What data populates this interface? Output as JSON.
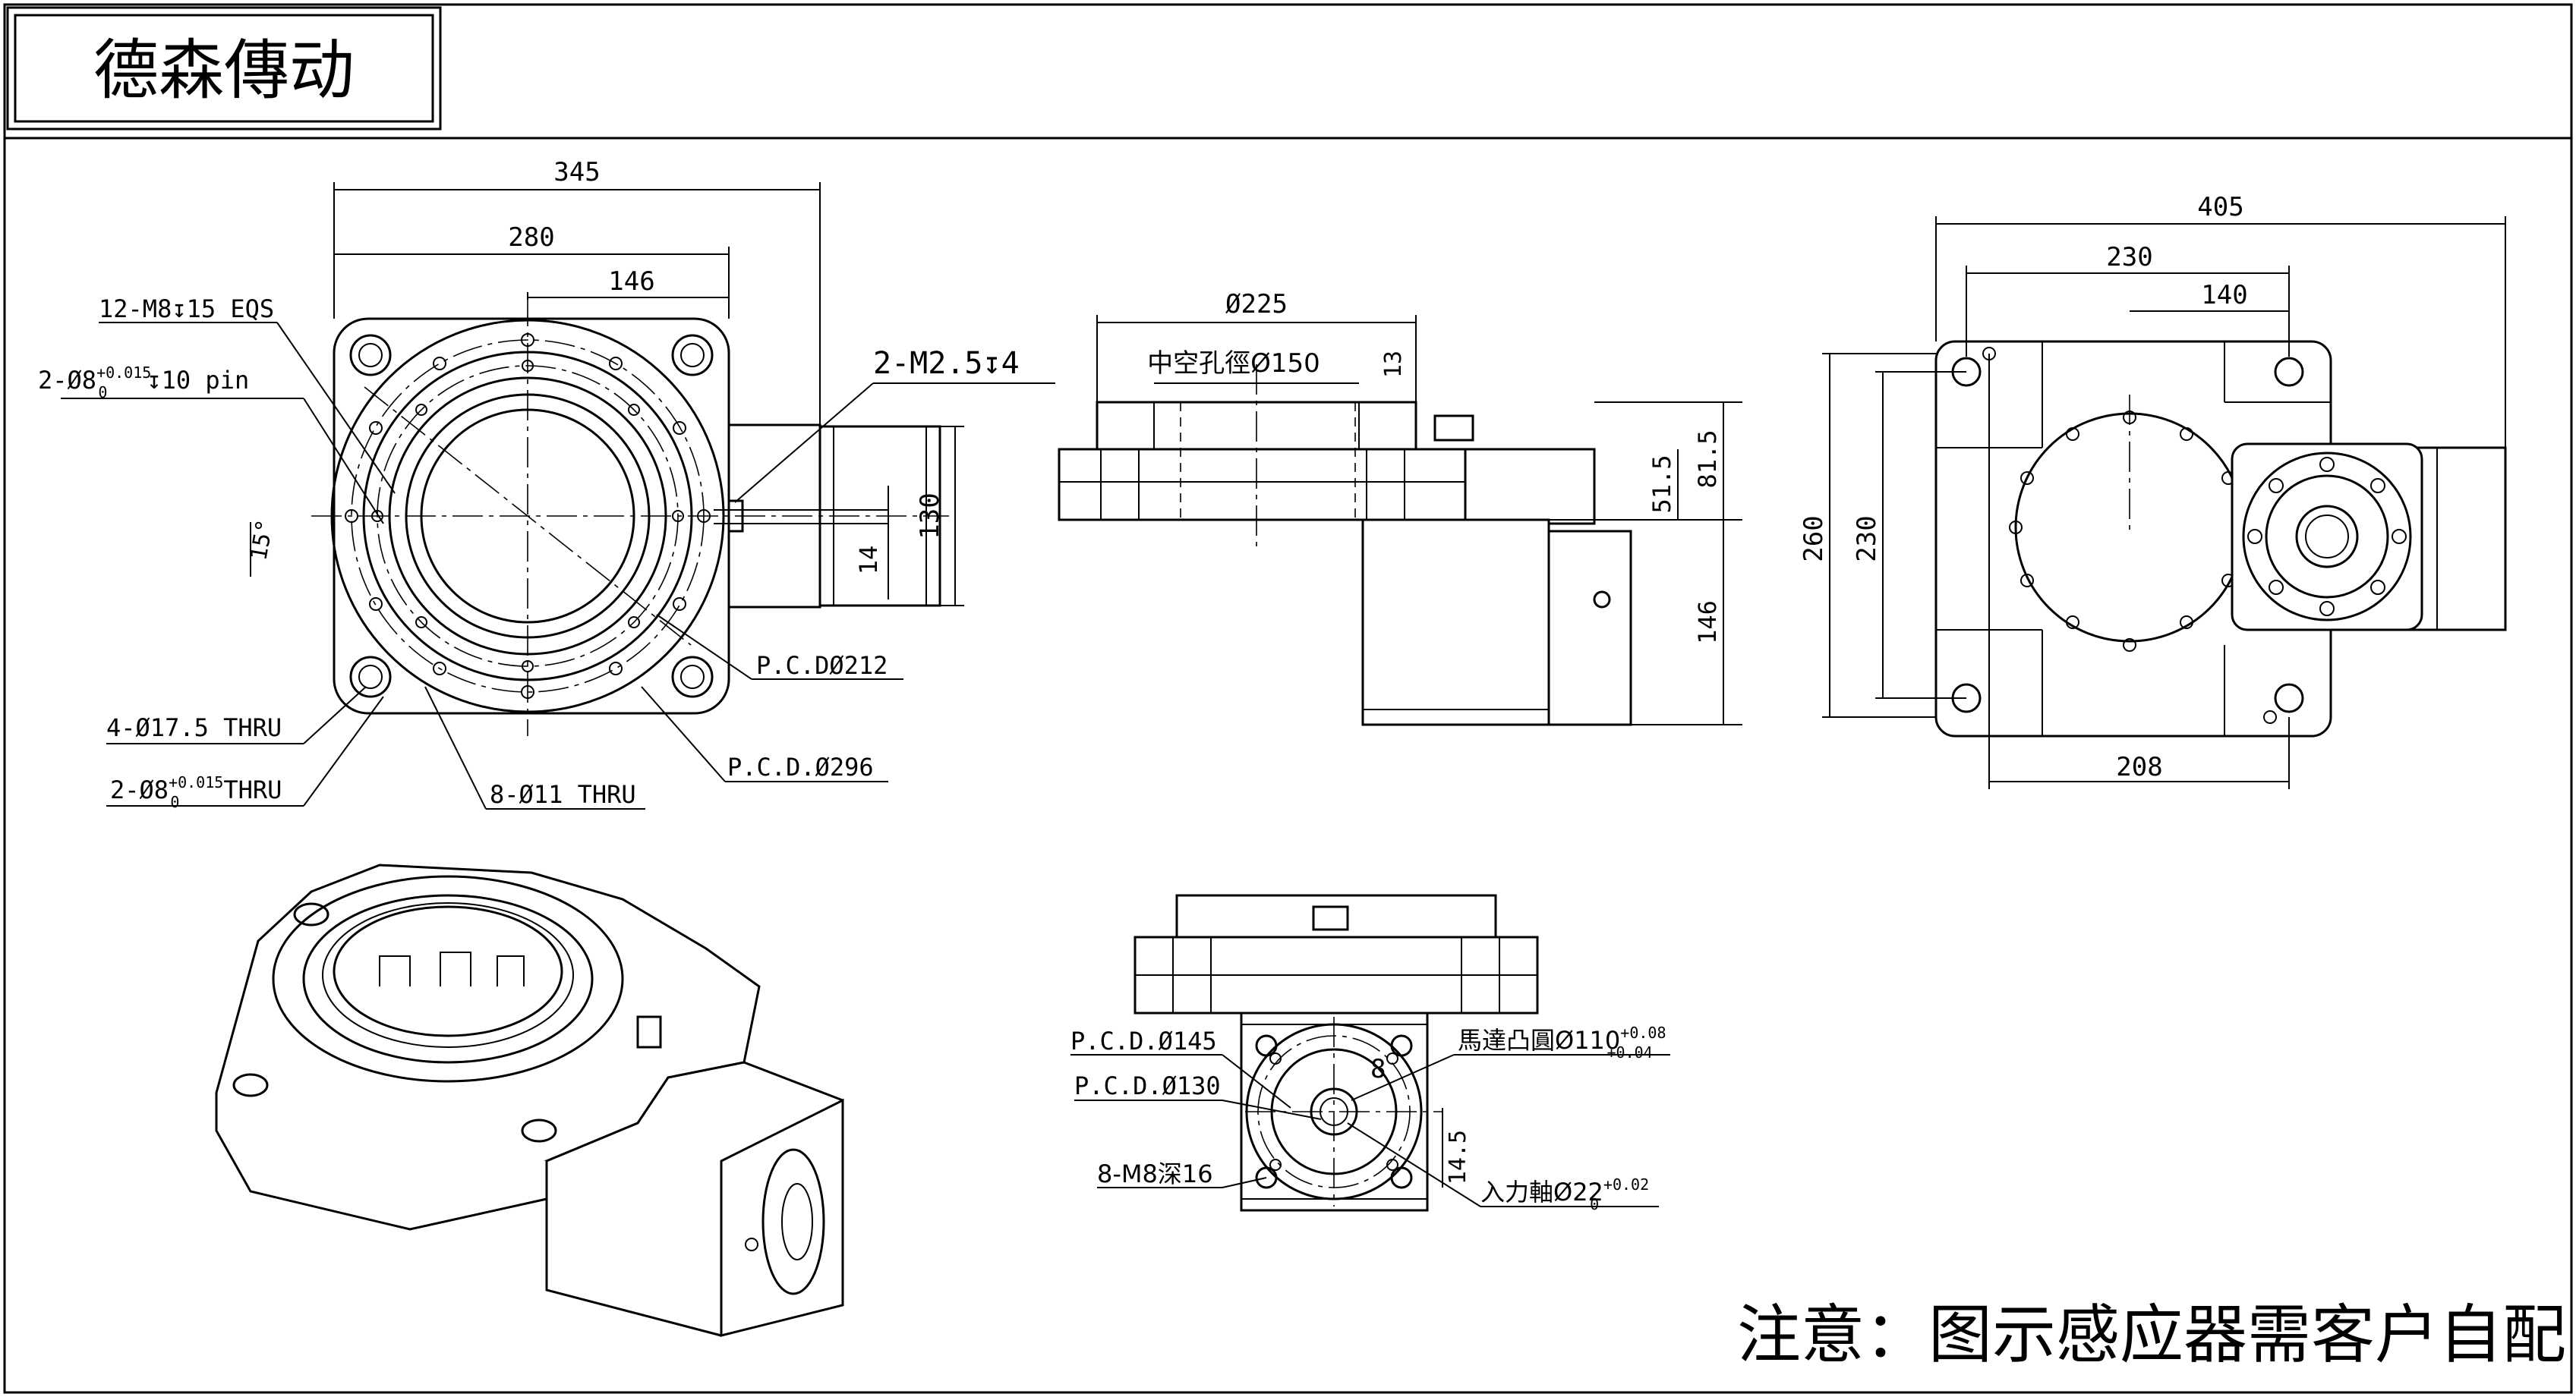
{
  "title_block": {
    "brand": "德森傳动"
  },
  "note": "注意：图示感应器需客户自配",
  "top_view": {
    "dim_345": "345",
    "dim_280": "280",
    "dim_146": "146",
    "dim_130": "130",
    "dim_14": "14",
    "angle_15": "15°",
    "tapped_holes": "12-M8↧15 EQS",
    "pin_holes_main": "2-Ø8",
    "pin_holes_tol_upper": "+0.015",
    "pin_holes_tol_lower": "0",
    "pin_holes_depth": "↧10 pin",
    "sensor_thread": "2-M2.5↧4",
    "pcd_212": "P.C.DØ212",
    "pcd_296": "P.C.D.Ø296",
    "thru_17_5": "4-Ø17.5 THRU",
    "thru_8_main": "2-Ø8",
    "thru_8_tol_upper": "+0.015",
    "thru_8_tol_lower": "0",
    "thru_8_suffix": "THRU",
    "thru_11": "8-Ø11 THRU"
  },
  "side_view": {
    "dim_225": "Ø225",
    "hollow_bore": "中空孔徑Ø150",
    "dim_13": "13",
    "dim_51_5": "51.5",
    "dim_81_5": "81.5",
    "dim_146": "146"
  },
  "bottom_view": {
    "dim_405": "405",
    "dim_230_top": "230",
    "dim_140": "140",
    "dim_260": "260",
    "dim_230_left": "230",
    "dim_208": "208"
  },
  "front_view": {
    "pcd_145": "P.C.D.Ø145",
    "pcd_130": "P.C.D.Ø130",
    "tapped_8": "8-M8深16",
    "dim_8": "8",
    "dim_14_5": "14.5",
    "motor_boss_main": "馬達凸圓Ø110",
    "motor_boss_tol_upper": "+0.08",
    "motor_boss_tol_lower": "+0.04",
    "input_shaft_main": "入力軸Ø22",
    "input_shaft_tol_upper": "+0.02",
    "input_shaft_tol_lower": "0"
  }
}
